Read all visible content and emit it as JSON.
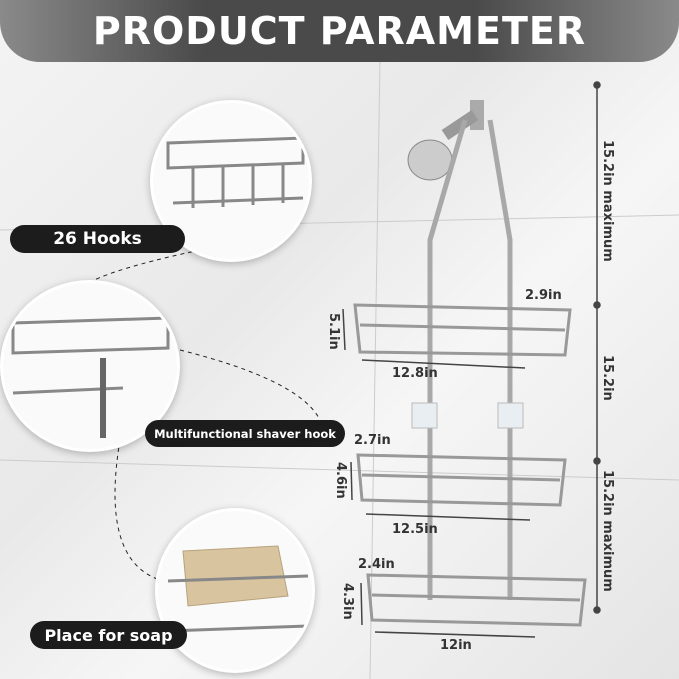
{
  "title": "PRODUCT PARAMETER",
  "callouts": {
    "hooks": "26 Hooks",
    "shaver": "Multifunctional shaver hook",
    "soap": "Place for soap"
  },
  "dimensions": {
    "height_top": "15.2in maximum",
    "height_middle": "15.2in",
    "height_bottom": "15.2in maximum",
    "shelf1": {
      "depth": "2.9in",
      "height": "5.1in",
      "width": "12.8in"
    },
    "shelf2": {
      "depth": "2.7in",
      "height": "4.6in",
      "width": "12.5in"
    },
    "shelf3": {
      "depth": "2.4in",
      "height": "4.3in",
      "width": "12in"
    }
  }
}
